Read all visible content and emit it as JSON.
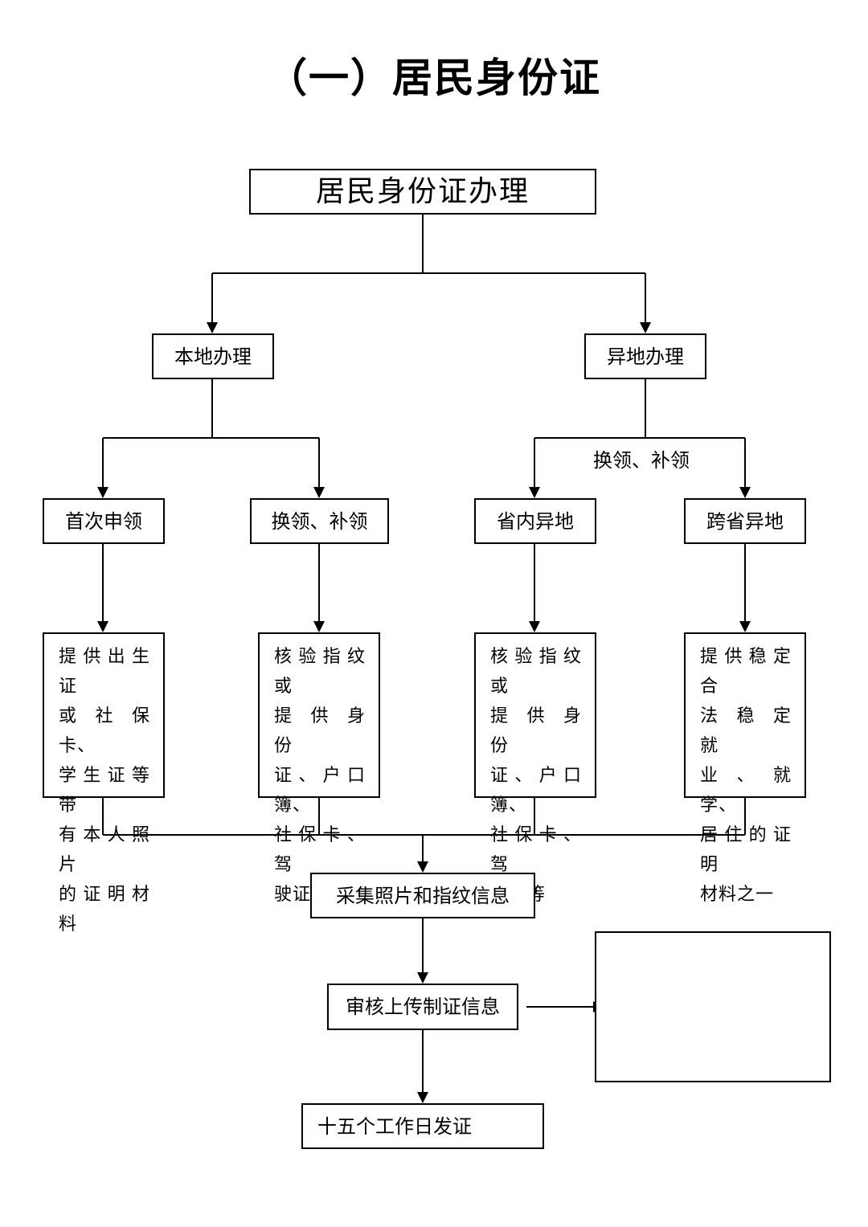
{
  "title": "（一）居民身份证",
  "flowchart": {
    "root": "居民身份证办理",
    "branches": {
      "local": "本地办理",
      "remote": "异地办理"
    },
    "remote_note": "换领、补领",
    "cases": {
      "first_apply": "首次申领",
      "local_renew": "换领、补领",
      "in_province": "省内异地",
      "cross_province": "跨省异地"
    },
    "requirements": {
      "first_apply": "提供出生证\n或社保卡、\n学生证等带\n有本人照片\n的证明材料",
      "local_renew": "核验指纹或\n提 供 身 份\n证、户口簿、\n社保卡、驾\n驶证等",
      "in_province": "核验指纹或\n提 供 身 份\n证、户口簿、\n社保卡、驾\n驶证等",
      "cross_province": "提供稳定合\n法 稳 定 就\n业、就学、\n居住的证明\n材料之一"
    },
    "steps": {
      "collect": "采集照片和指纹信息",
      "review": "审核上传制证信息",
      "issue": "十五个工作日发证"
    },
    "side_box_text": ""
  }
}
